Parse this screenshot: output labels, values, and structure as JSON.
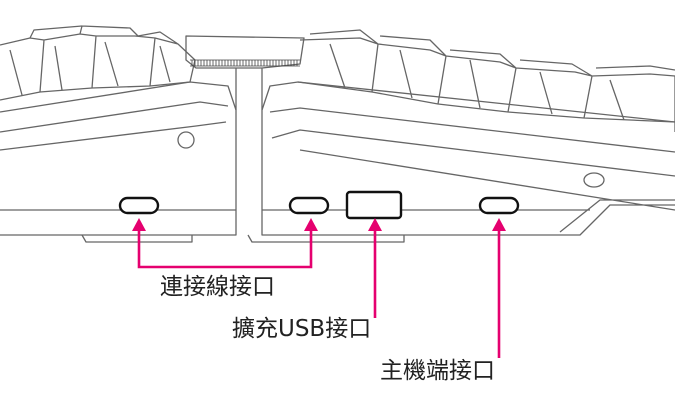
{
  "labels": {
    "link_port": "連接線接口",
    "usb_expansion_port": "擴充USB接口",
    "host_port": "主機端接口"
  },
  "colors": {
    "callout": "#e5006f",
    "outline": "#666666",
    "port_outline": "#111111"
  }
}
